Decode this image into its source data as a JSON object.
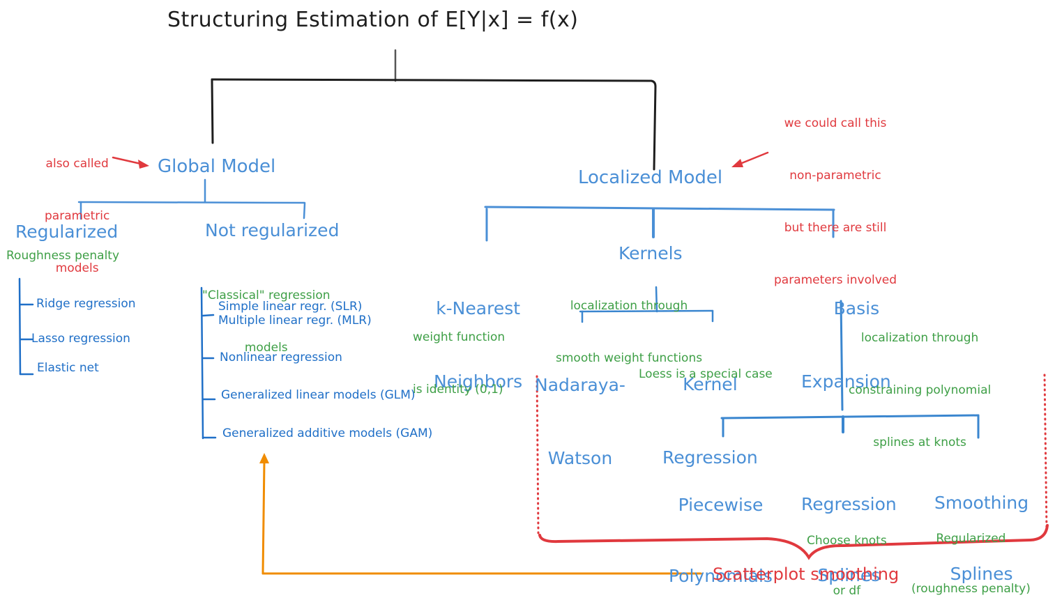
{
  "title": "Structuring Estimation of E[Y|x] = f(x)",
  "global_model": {
    "label": "Global Model",
    "annotation": [
      "also called",
      "parametric",
      "models"
    ],
    "branches": [
      {
        "label": "Regularized",
        "subtitle": [
          "Roughness penalty"
        ],
        "items": [
          "Ridge regression",
          "Lasso regression",
          "Elastic net"
        ]
      },
      {
        "label": "Not regularized",
        "subtitle": [
          "\"Classical\" regression",
          "models"
        ],
        "items": [
          "Simple linear regr. (SLR)\nMultiple linear regr. (MLR)",
          "Nonlinear regression",
          "Generalized linear models (GLM)",
          "Generalized additive models (GAM)"
        ]
      }
    ]
  },
  "localized_model": {
    "label": "Localized Model",
    "annotation": [
      "we could call this",
      "non-parametric",
      "but there are still",
      "parameters involved"
    ],
    "branches": [
      {
        "label": [
          "k-Nearest",
          "Neighbors"
        ],
        "subtitle": [
          "weight function",
          "is identity (0,1)"
        ]
      },
      {
        "label": [
          "Kernels"
        ],
        "subtitle": [
          "localization through",
          "smooth weight functions"
        ],
        "children": [
          {
            "label": [
              "Nadaraya-",
              "Watson"
            ],
            "subtitle": []
          },
          {
            "label": [
              "Kernel",
              "Regression"
            ],
            "subtitle": [
              "Loess is a special case"
            ]
          }
        ]
      },
      {
        "label": [
          "Basis",
          "Expansion"
        ],
        "subtitle": [
          "localization through",
          "constraining polynomial",
          "splines at knots"
        ],
        "children": [
          {
            "label": [
              "Piecewise",
              "Polynomials"
            ],
            "subtitle": []
          },
          {
            "label": [
              "Regression",
              "Splines"
            ],
            "subtitle": [
              "Choose knots",
              "or df"
            ]
          },
          {
            "label": [
              "Smoothing",
              "Splines"
            ],
            "subtitle": [
              "Regularized",
              "(roughness penalty)"
            ]
          }
        ]
      }
    ]
  },
  "scatterplot_smoothing": {
    "label": "Scatterplot smoothing"
  },
  "colors": {
    "title": "#1e1e1e",
    "tree_black": "#1e1e1e",
    "node_blue": "#4a8fd6",
    "item_blue": "#1f6fc7",
    "note_green": "#3e9f46",
    "annotation_red": "#e0393e",
    "arrow_orange": "#f08c00"
  }
}
